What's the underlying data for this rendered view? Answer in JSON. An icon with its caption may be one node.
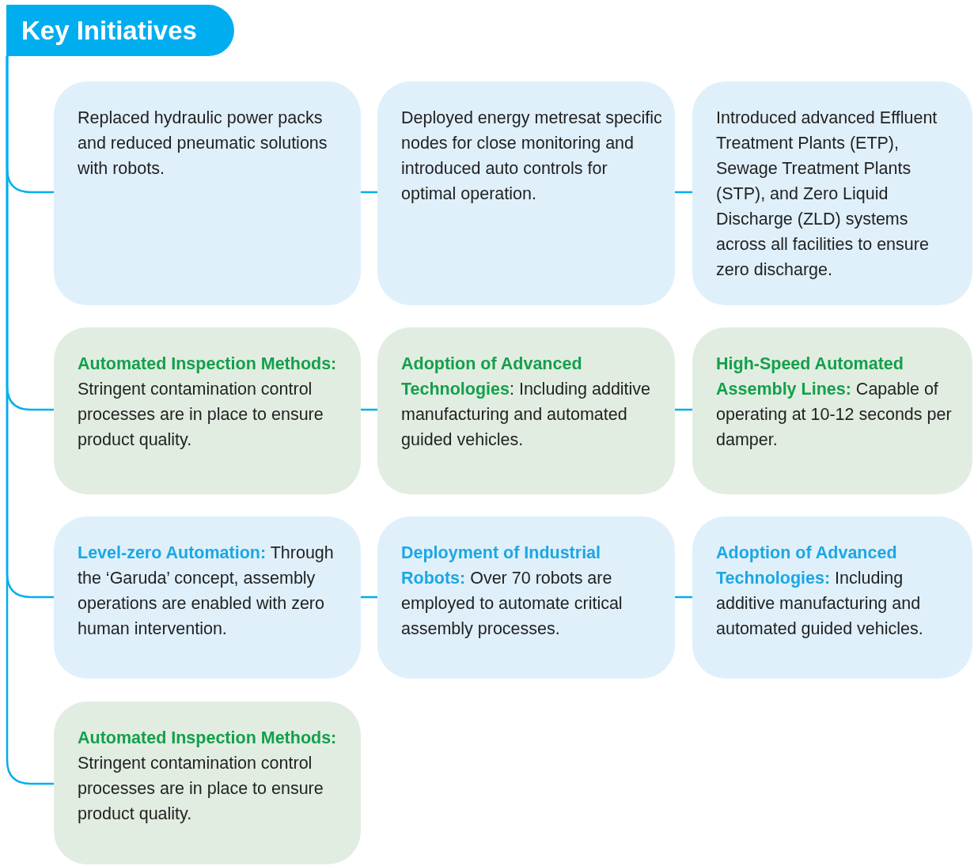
{
  "diagram": {
    "nodes": [
      {
        "text": [
          "Key Initiatives"
        ]
      },
      {
        "text": [
          "Replaced hydraulic power packs and reduced pneumatic solutions with robots."
        ]
      },
      {
        "text": [
          "Deployed energy metresat specific nodes for close monitoring and introduced auto controls for optimal operation."
        ]
      },
      {
        "text": [
          "Introduced advanced Effluent Treatment Plants (ETP), Sewage Treatment Plants (STP), and Zero Liquid Discharge (ZLD) systems across all facilities to ensure zero discharge."
        ]
      },
      {
        "text": [
          "**Automated Inspection Methods:** Stringent contamination control processes are in place to ensure product quality."
        ]
      },
      {
        "text": [
          "**Adoption of Advanced Technologies**: Including additive manufacturing and automated guided vehicles."
        ]
      },
      {
        "text": [
          "**High-Speed Automated Assembly Lines:** Capable of operating at 10-12 seconds per damper."
        ]
      },
      {
        "text": [
          "**Level-zero Automation:** Through the ‘Garuda’ concept, assembly operations are enabled with zero human intervention."
        ]
      },
      {
        "text": [
          "**Deployment of Industrial Robots:** Over 70 robots are employed to automate critical assembly processes."
        ]
      },
      {
        "text": [
          "**Adoption of Advanced Technologies:** Including additive manufacturing and automated guided vehicles."
        ]
      },
      {
        "text": [
          "**Automated Inspection Methods:** Stringent contamination control processes are in place to ensure product quality."
        ]
      }
    ],
    "edges": [
      {
        "from": 0,
        "to": 1,
        "arrow": "none"
      },
      {
        "from": 0,
        "to": 4,
        "arrow": "none"
      },
      {
        "from": 0,
        "to": 7,
        "arrow": "none"
      },
      {
        "from": 0,
        "to": 10,
        "arrow": "none"
      },
      {
        "from": 1,
        "to": 2,
        "arrow": "none"
      },
      {
        "from": 2,
        "to": 3,
        "arrow": "none"
      },
      {
        "from": 4,
        "to": 5,
        "arrow": "none"
      },
      {
        "from": 5,
        "to": 6,
        "arrow": "none"
      },
      {
        "from": 7,
        "to": 8,
        "arrow": "none"
      },
      {
        "from": 8,
        "to": 9,
        "arrow": "none"
      }
    ]
  }
}
